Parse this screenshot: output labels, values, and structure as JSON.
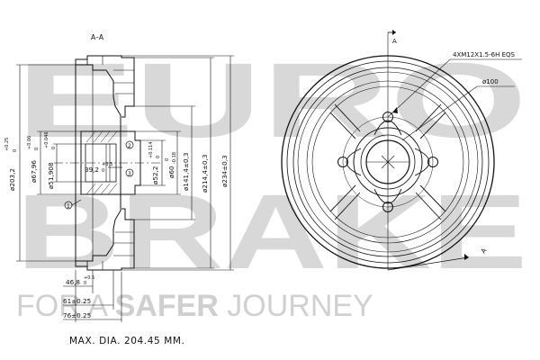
{
  "watermark": {
    "line1": "EURO",
    "line2": "BRAKE",
    "tagline_pre": "FOR A ",
    "tagline_bold": "SAFER",
    "tagline_post": " JOURNEY"
  },
  "section": {
    "label": "A–A",
    "dim_diam_203": "ø203,2",
    "tol_203_upper": "+0.25",
    "tol_203_lower": "0",
    "dim_diam_67": "ø67,96",
    "tol_67_upper": "+0.06",
    "tol_67_lower": "0",
    "dim_diam_51": "ø51,908",
    "tol_51_upper": "+0.046",
    "tol_51_lower": "0",
    "dim_39": "39,2",
    "tol_39_upper": "+0.3",
    "tol_39_lower": "0",
    "dim_diam_52": "ø52,2",
    "tol_52_upper": "+0.114",
    "tol_52_lower": "0",
    "dim_diam_60": "ø60",
    "tol_60_upper": "0",
    "tol_60_lower": "-0.18",
    "dim_diam_141": "ø141,4±0,3",
    "dim_diam_214": "ø214,4±0,3",
    "dim_diam_234": "ø234±0,3",
    "dim_46": "46,8",
    "tol_46_upper": "+0.5",
    "tol_46_lower": "0",
    "dim_61": "61±0.25",
    "dim_76": "76±0.25",
    "marker_1": "1",
    "marker_2": "2",
    "marker_3": "3"
  },
  "front": {
    "label_a_top": "A",
    "label_a_bottom": "A",
    "thread_spec": "4XM12X1.5-6H EQS",
    "pcd": "ø100"
  },
  "footer": {
    "max_dia": "MAX. DIA. 204.45 MM."
  }
}
